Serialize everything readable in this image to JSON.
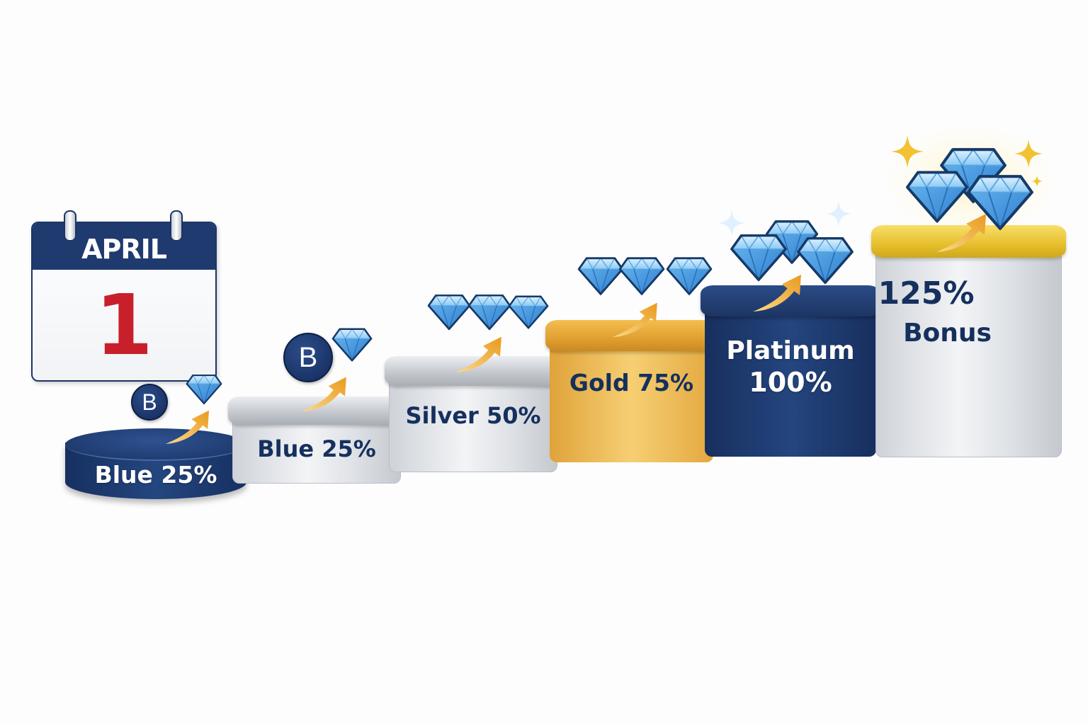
{
  "calendar": {
    "month": "APRIL",
    "day": "1",
    "colors": {
      "header": "#1f3a6e",
      "day": "#c8202b"
    }
  },
  "tiers": [
    {
      "name": "Blue",
      "percent": "25%",
      "label": "Blue 25%",
      "style": "navy-disc",
      "badge": "B",
      "gems": 1,
      "color": "#1f3a6e"
    },
    {
      "name": "Blue",
      "percent": "25%",
      "label": "Blue 25%",
      "style": "silver",
      "badge": "B",
      "gems": 1,
      "color": "#c9cdd3"
    },
    {
      "name": "Silver",
      "percent": "50%",
      "label": "Silver 50%",
      "style": "silver",
      "gems": 3,
      "color": "#c9cdd3"
    },
    {
      "name": "Gold",
      "percent": "75%",
      "label": "Gold 75%",
      "style": "gold",
      "gems": 3,
      "color": "#eab54d"
    },
    {
      "name": "Platinum",
      "percent": "100%",
      "label_line1": "Platinum",
      "label_line2": "100%",
      "style": "navy",
      "gems": 3,
      "color": "#1f3a6e"
    },
    {
      "name": "Bonus",
      "percent": "125%",
      "label_line1": "125%",
      "label_line2": "Bonus",
      "style": "silver-gold-lid",
      "gems": 3,
      "color": "#e6bf2c"
    }
  ],
  "icons": {
    "badge": "letter-b-circle",
    "gem": "diamond",
    "arrow": "curved-up-arrow",
    "sparkle": "four-point-star"
  },
  "colors": {
    "navy": "#1f3a6e",
    "gem": "#4fa3e6",
    "arrow": "#f0b040",
    "gold": "#eab54d",
    "silver": "#d8dbe0",
    "text_dark": "#15305e"
  }
}
